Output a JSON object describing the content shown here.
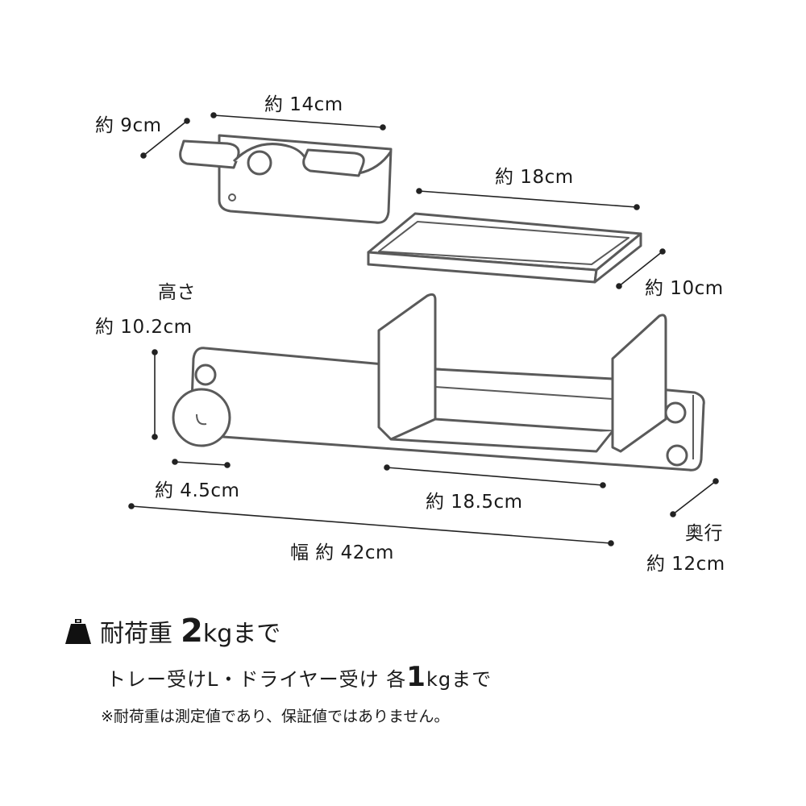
{
  "dimensions": {
    "dryer_width": "約 14cm",
    "dryer_depth": "約 9cm",
    "tray_width": "約 18cm",
    "tray_depth": "約 10cm",
    "height_title": "高さ",
    "height_value": "約 10.2cm",
    "hook_width": "約 4.5cm",
    "shelf_width": "約 18.5cm",
    "total_width": "幅 約 42cm",
    "depth_title": "奥行",
    "depth_value": "約 12cm"
  },
  "load": {
    "icon": "weight-icon",
    "label": "耐荷重",
    "value": "2",
    "unit": "kgまで",
    "sub_label": "トレー受けL・ドライヤー受け 各",
    "sub_value": "1",
    "sub_unit": "kgまで",
    "note": "※耐荷重は測定値であり、保証値ではありません。"
  },
  "colors": {
    "line": "#5a5a5a",
    "dim": "#222222"
  }
}
